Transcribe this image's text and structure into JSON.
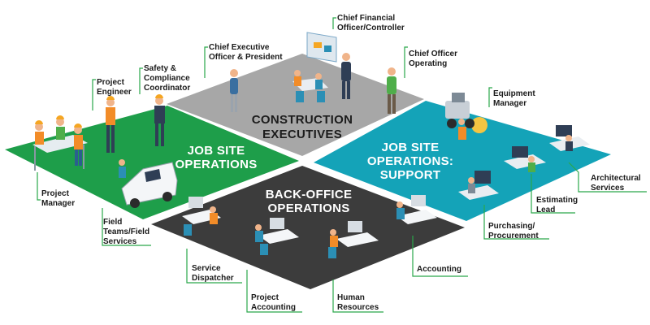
{
  "quadrants": {
    "executives": {
      "line1": "CONSTRUCTION",
      "line2": "EXECUTIVES",
      "color": "#a7a7a7",
      "text_color": "#1c1c1c"
    },
    "job_site": {
      "line1": "JOB SITE",
      "line2": "OPERATIONS",
      "color": "#1e9e4a",
      "text_color": "#ffffff"
    },
    "support": {
      "line1": "JOB SITE",
      "line2": "OPERATIONS:",
      "line3": "SUPPORT",
      "color": "#14a3b8",
      "text_color": "#ffffff"
    },
    "back_office": {
      "line1": "BACK-OFFICE",
      "line2": "OPERATIONS",
      "color": "#3c3c3c",
      "text_color": "#ffffff"
    }
  },
  "roles": {
    "cfo": {
      "line1": "Chief Financial",
      "line2": "Officer/Controller"
    },
    "ceo": {
      "line1": "Chief Executive",
      "line2": "Officer & President"
    },
    "coo": {
      "line1": "Chief Officer",
      "line2": "Operating"
    },
    "safety": {
      "line1": "Safety &",
      "line2": "Compliance",
      "line3": "Coordinator"
    },
    "project_engineer": {
      "line1": "Project",
      "line2": "Engineer"
    },
    "equipment": {
      "line1": "Equipment",
      "line2": "Manager"
    },
    "project_manager": {
      "line1": "Project",
      "line2": "Manager"
    },
    "field_teams": {
      "line1": "Field",
      "line2": "Teams/Field",
      "line3": "Services"
    },
    "architectural": {
      "line1": "Architectural",
      "line2": "Services"
    },
    "estimating": {
      "line1": "Estimating",
      "line2": "Lead"
    },
    "purchasing": {
      "line1": "Purchasing/",
      "line2": "Procurement"
    },
    "accounting": {
      "line1": "Accounting"
    },
    "service_dispatcher": {
      "line1": "Service",
      "line2": "Dispatcher"
    },
    "project_accounting": {
      "line1": "Project",
      "line2": "Accounting"
    },
    "hr": {
      "line1": "Human",
      "line2": "Resources"
    }
  },
  "colors": {
    "leader_line": "#2aa84a",
    "skin": "#f0b48a",
    "hardhat": "#f5a623",
    "shirt_teal": "#2b8fb5",
    "vest": "#f28c28"
  }
}
